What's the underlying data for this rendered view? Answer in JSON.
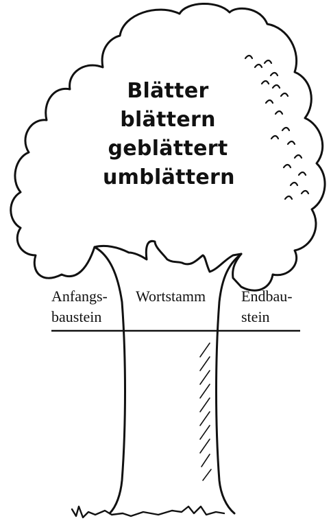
{
  "tree_words": [
    "Blätter",
    "blättern",
    "geblättert",
    "umblättern"
  ],
  "labels": {
    "prefix_line1": "Anfangs-",
    "prefix_line2": "baustein",
    "stem": "Wortstamm",
    "suffix_line1": "Endbau-",
    "suffix_line2": "stein"
  }
}
